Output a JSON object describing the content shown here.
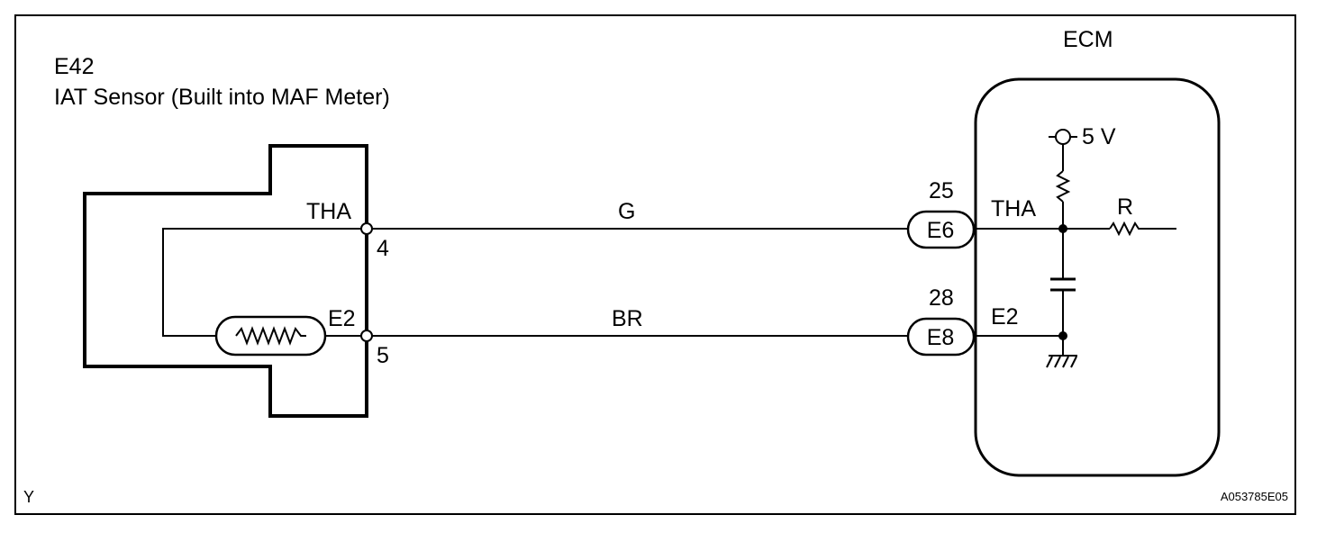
{
  "diagram": {
    "sensor": {
      "code": "E42",
      "name": "IAT Sensor (Built into MAF Meter)",
      "pins": [
        {
          "signal": "THA",
          "number": "4"
        },
        {
          "signal": "E2",
          "number": "5"
        }
      ]
    },
    "wires": [
      {
        "color_code": "G"
      },
      {
        "color_code": "BR"
      }
    ],
    "ecm": {
      "title": "ECM",
      "supply": "5 V",
      "resistor": "R",
      "connectors": [
        {
          "pin": "25",
          "connector": "E6",
          "signal": "THA"
        },
        {
          "pin": "28",
          "connector": "E8",
          "signal": "E2"
        }
      ]
    },
    "corner_mark": "Y",
    "figure_code": "A053785E05"
  }
}
